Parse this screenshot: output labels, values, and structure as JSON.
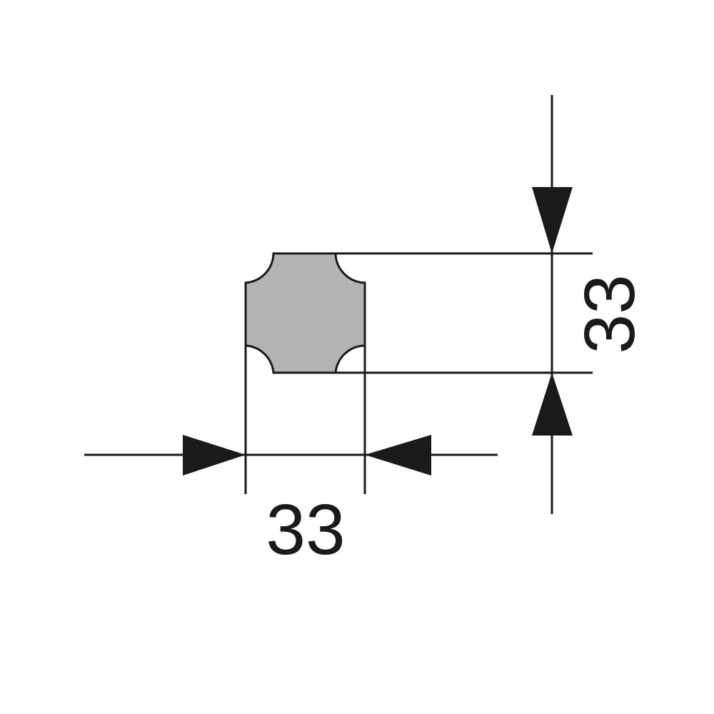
{
  "diagram": {
    "profile": {
      "name": "cross-section-profile",
      "fill_color": "#b3b3b3",
      "stroke_color": "#1a1a1a"
    },
    "dimensions": {
      "width_label": "33",
      "height_label": "33"
    },
    "line_color": "#1a1a1a",
    "background_color": "#ffffff"
  }
}
